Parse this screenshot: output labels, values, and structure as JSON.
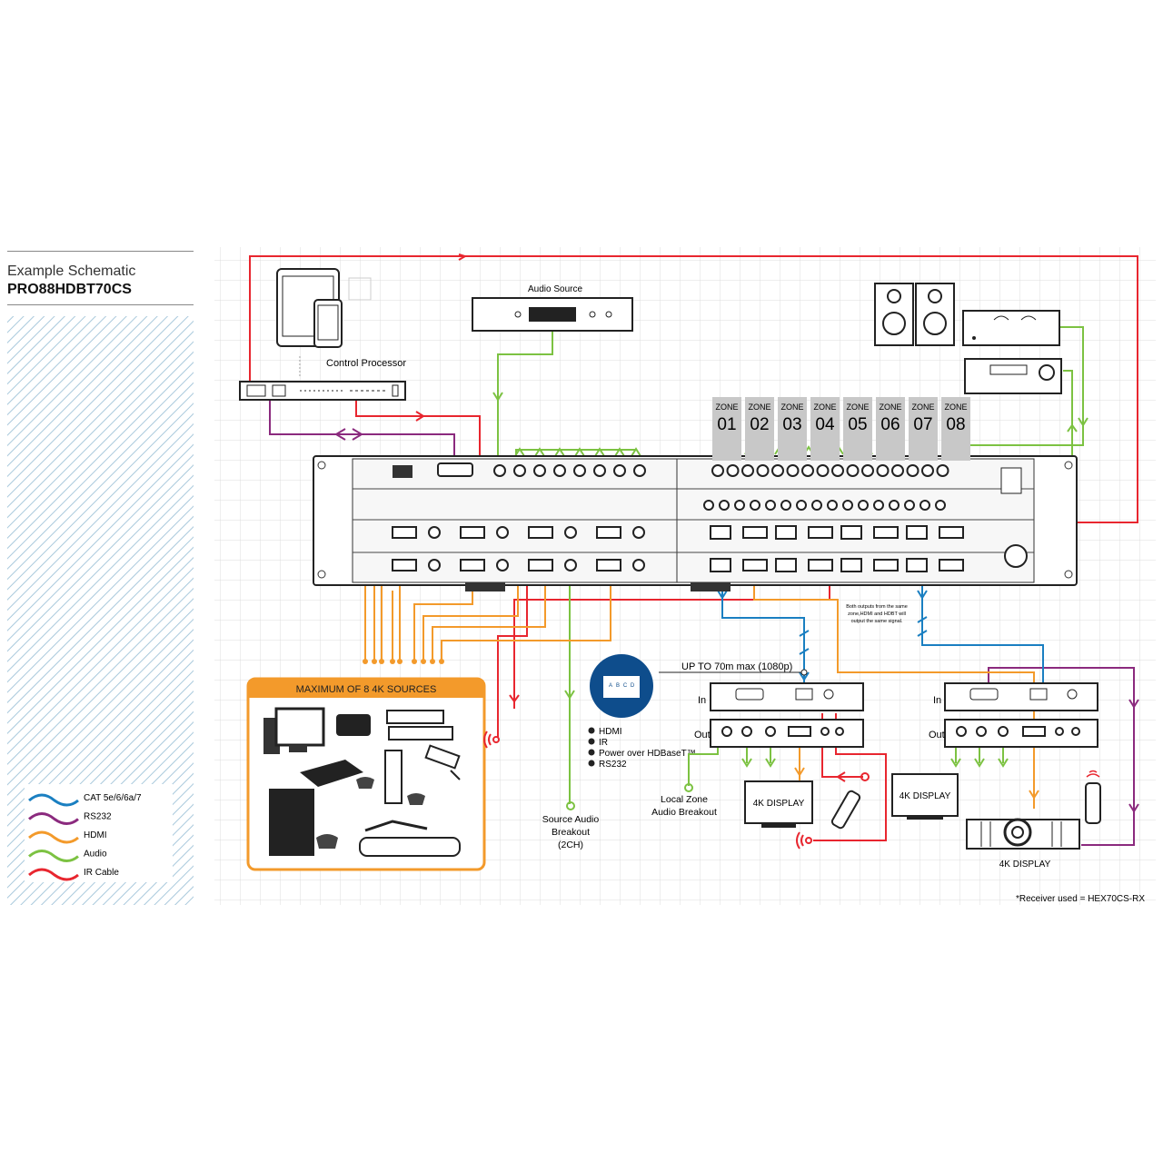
{
  "title": {
    "heading": "Example Schematic",
    "model": "PRO88HDBT70CS"
  },
  "labels": {
    "audio_source": "Audio Source",
    "control_processor": "Control Processor",
    "max_sources": "MAXIMUM OF 8 4K SOURCES",
    "distance": "UP TO 70m max (1080p)",
    "source_audio_breakout": [
      "Source Audio",
      "Breakout",
      "(2CH)"
    ],
    "local_zone_breakout": [
      "Local Zone",
      "Audio Breakout"
    ],
    "same_signal_note": [
      "Both outputs from the same",
      "zone,HDMI and HDBT will",
      "output the same signal."
    ],
    "display_1": "4K DISPLAY",
    "display_2": "4K DISPLAY",
    "display_3": "4K DISPLAY",
    "receiver_note": "*Receiver used = HEX70CS-RX",
    "in": "In",
    "out": "Out",
    "in_2": "In",
    "out_2": "Out"
  },
  "zones": [
    {
      "word": "ZONE",
      "num": "01"
    },
    {
      "word": "ZONE",
      "num": "02"
    },
    {
      "word": "ZONE",
      "num": "03"
    },
    {
      "word": "ZONE",
      "num": "04"
    },
    {
      "word": "ZONE",
      "num": "05"
    },
    {
      "word": "ZONE",
      "num": "06"
    },
    {
      "word": "ZONE",
      "num": "07"
    },
    {
      "word": "ZONE",
      "num": "08"
    }
  ],
  "cable_badge": {
    "items": [
      {
        "letter": "A",
        "label": "HDMI"
      },
      {
        "letter": "B",
        "label": "IR"
      },
      {
        "letter": "C",
        "label": "Power over HDBaseT™"
      },
      {
        "letter": "D",
        "label": "RS232"
      }
    ]
  },
  "legend": [
    {
      "label": "CAT 5e/6/6a/7",
      "color": "#1a7fc1"
    },
    {
      "label": "RS232",
      "color": "#8b2a7e"
    },
    {
      "label": "HDMI",
      "color": "#f39a2b"
    },
    {
      "label": "Audio",
      "color": "#7cc242"
    },
    {
      "label": "IR Cable",
      "color": "#e8262f"
    }
  ],
  "colors": {
    "cat": "#1a7fc1",
    "rs232": "#8b2a7e",
    "hdmi": "#f39a2b",
    "audio": "#7cc242",
    "ir": "#e8262f",
    "grid": "#dcdcdc",
    "hatch": "#a9c9dc"
  }
}
